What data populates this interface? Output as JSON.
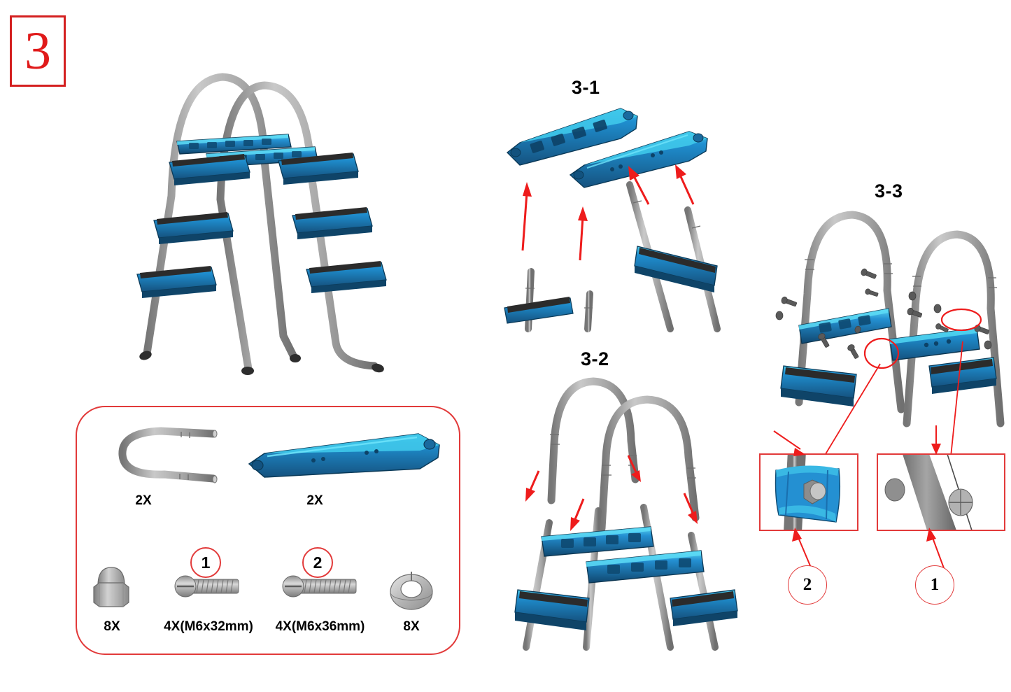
{
  "step": {
    "number": "3"
  },
  "substeps": [
    {
      "id": "3-1",
      "label": "3-1"
    },
    {
      "id": "3-2",
      "label": "3-2"
    },
    {
      "id": "3-3",
      "label": "3-3"
    }
  ],
  "parts_box": {
    "items": [
      {
        "name": "curved-handrail-tube",
        "icon": "u-tube",
        "qty": "2X"
      },
      {
        "name": "blue-cross-rail",
        "icon": "blue-rail",
        "qty": "2X"
      },
      {
        "name": "dome-cap-nut",
        "icon": "cap-nut",
        "qty": "8X",
        "ref": ""
      },
      {
        "name": "screw-m6x32",
        "icon": "screw",
        "qty": "4X(M6x32mm)",
        "ref": "1"
      },
      {
        "name": "screw-m6x36",
        "icon": "screw",
        "qty": "4X(M6x36mm)",
        "ref": "2"
      },
      {
        "name": "lock-washer",
        "icon": "washer",
        "qty": "8X",
        "ref": ""
      }
    ]
  },
  "callouts": [
    {
      "id": "callout-2",
      "label": "2",
      "detail": "blue-bracket-bolt"
    },
    {
      "id": "callout-1",
      "label": "1",
      "detail": "gray-tube-capnut"
    }
  ],
  "colors": {
    "accent_red": "#e23a3a",
    "badge_red": "#e01a1a",
    "rail_blue": "#1f7fc4",
    "rail_blue_dark": "#175a8e",
    "rail_cyan": "#38c6e8",
    "tube_gray": "#9a9a9a",
    "tube_gray_dark": "#6d6d6d",
    "metal_gray": "#b4b4b4",
    "step_tread": "#2b2b2b",
    "background": "#ffffff"
  }
}
